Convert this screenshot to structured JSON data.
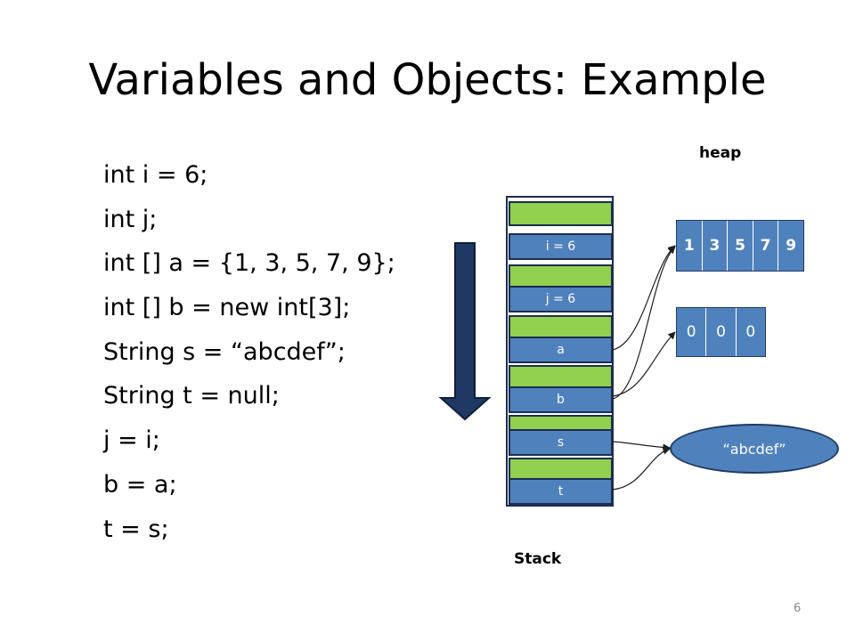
{
  "title": "Variables and Objects: Example",
  "code_lines": [
    "int i = 6;",
    "int j;",
    "int [] a = {1, 3, 5, 7, 9};",
    "int [] b = new int[3];",
    "String s = “abcdef”;",
    "String t = null;",
    "j = i;",
    "b = a;",
    "t = s;"
  ],
  "labels": {
    "heap": "heap",
    "stack": "Stack"
  },
  "stack_slots": [
    "i = 6",
    "j = 6",
    "a",
    "b",
    "s",
    "t"
  ],
  "heap": {
    "int_array": [
      "1",
      "3",
      "5",
      "7",
      "9"
    ],
    "new_array": [
      "0",
      "0",
      "0"
    ],
    "string_object": "“abcdef”"
  },
  "page_number": "6",
  "colors": {
    "slot_fill": "#4f81bd",
    "stack_divider": "#92d050",
    "stack_border": "#1c2e4e",
    "arrow_fill": "#1f3864"
  }
}
